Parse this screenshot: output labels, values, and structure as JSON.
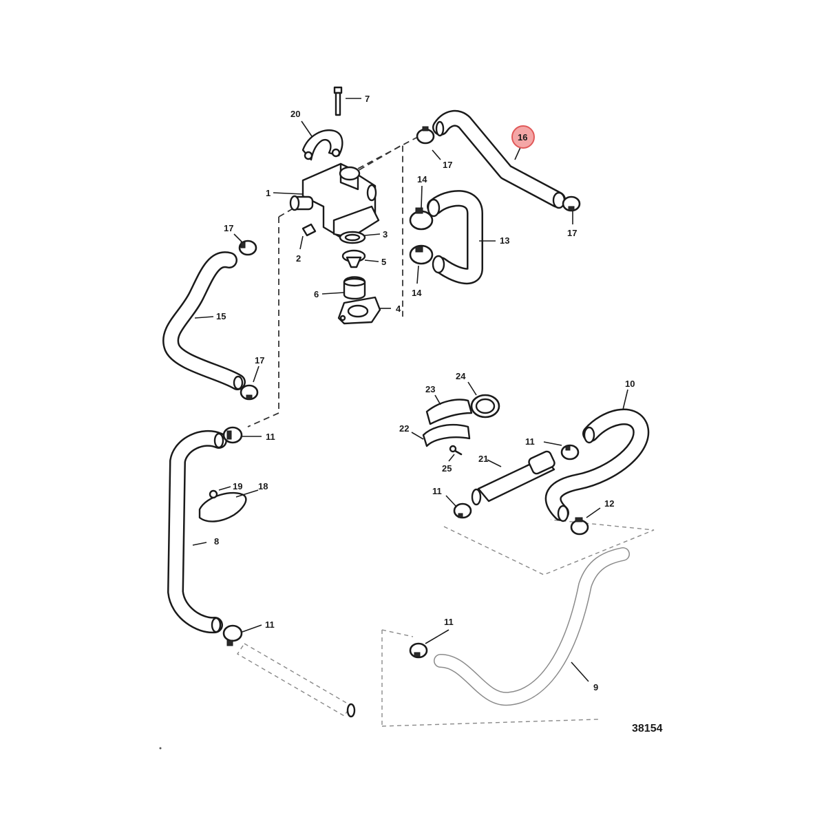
{
  "diagram": {
    "figure_number": "38154",
    "highlight_color": "#f4a6a6",
    "callouts": {
      "c1": "1",
      "c2": "2",
      "c3": "3",
      "c4": "4",
      "c5": "5",
      "c6": "6",
      "c7": "7",
      "c8": "8",
      "c9": "9",
      "c10": "10",
      "c11a": "11",
      "c11b": "11",
      "c11c": "11",
      "c11d": "11",
      "c11e": "11",
      "c12": "12",
      "c13": "13",
      "c14a": "14",
      "c14b": "14",
      "c15": "15",
      "c16": "16",
      "c17a": "17",
      "c17b": "17",
      "c17c": "17",
      "c17d": "17",
      "c18": "18",
      "c19": "19",
      "c20": "20",
      "c21": "21",
      "c22": "22",
      "c23": "23",
      "c24": "24",
      "c25": "25"
    }
  }
}
